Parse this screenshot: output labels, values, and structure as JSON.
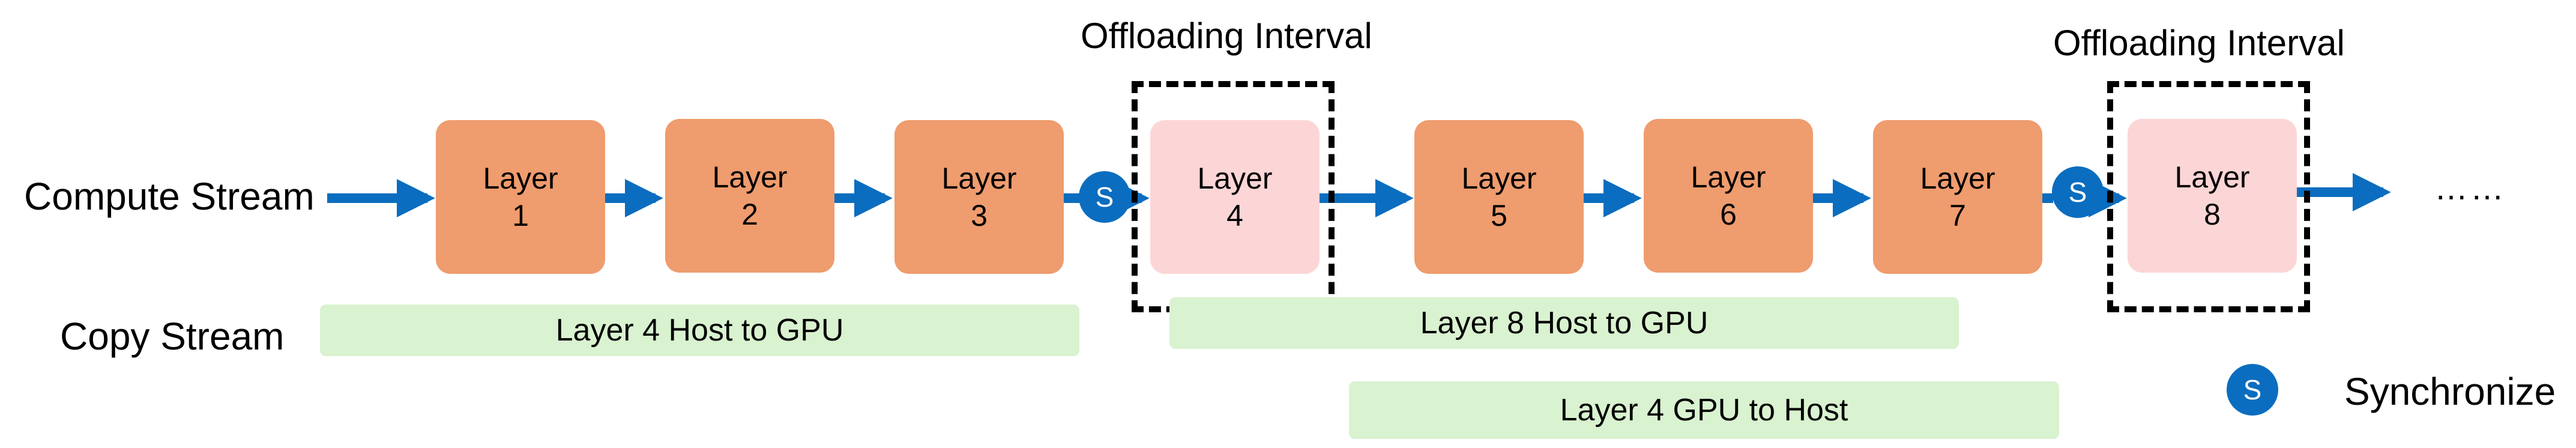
{
  "streams": {
    "compute": "Compute Stream",
    "copy": "Copy Stream"
  },
  "interval_label": "Offloading Interval",
  "layers": [
    {
      "word": "Layer",
      "num": "1",
      "kind": "compute"
    },
    {
      "word": "Layer",
      "num": "2",
      "kind": "compute"
    },
    {
      "word": "Layer",
      "num": "3",
      "kind": "compute"
    },
    {
      "word": "Layer",
      "num": "4",
      "kind": "offload"
    },
    {
      "word": "Layer",
      "num": "5",
      "kind": "compute"
    },
    {
      "word": "Layer",
      "num": "6",
      "kind": "compute"
    },
    {
      "word": "Layer",
      "num": "7",
      "kind": "compute"
    },
    {
      "word": "Layer",
      "num": "8",
      "kind": "offload"
    }
  ],
  "sync_symbol": "S",
  "copy_bars": [
    "Layer 4 Host to GPU",
    "Layer 8 Host to GPU",
    "Layer 4 GPU to Host"
  ],
  "ellipsis": "……",
  "legend": {
    "symbol": "S",
    "label": "Synchronize"
  },
  "colors": {
    "compute_layer": "#ef9c6e",
    "offload_layer": "#fcd6d6",
    "copy_bar": "#d9f2d0",
    "sync_and_arrows": "#0b6dbf"
  }
}
